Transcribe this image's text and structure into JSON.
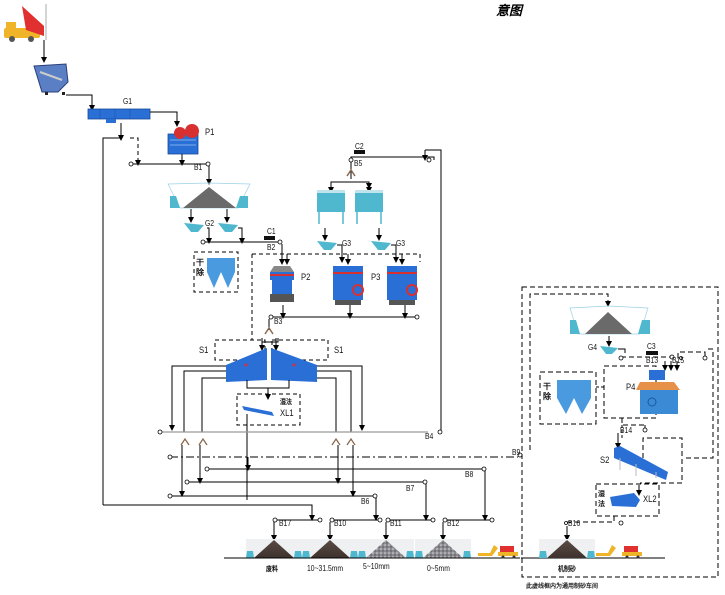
{
  "title": "意图",
  "equipment": {
    "feeder_g1": "G1",
    "jaw_crusher_p1": "P1",
    "cone_crusher_p2": "P2",
    "cone_crusher_p3": "P3",
    "sand_maker_p4": "P4",
    "screen_s1_left": "S1",
    "screen_s1_right": "S1",
    "screen_s2": "S2",
    "sand_washer_xl1": "XL1",
    "sand_washer_xl2": "XL2",
    "feeder_g2": "G2",
    "feeder_g3_left": "G3",
    "feeder_g3_right": "G3",
    "feeder_g4": "G4",
    "scale_c1": "C1",
    "scale_c2": "C2",
    "scale_c3": "C3"
  },
  "belts": [
    "B1",
    "B2",
    "B3",
    "B4",
    "B5",
    "B6",
    "B7",
    "B8",
    "B9",
    "B10",
    "B11",
    "B12",
    "B13",
    "B14",
    "B15",
    "B16",
    "B17"
  ],
  "dust_collector_labels": {
    "left": "干除",
    "right": "干除"
  },
  "wash_labels": {
    "xl1": "湿法",
    "xl2": "湿法"
  },
  "products": [
    {
      "label": "废料",
      "type": "dark"
    },
    {
      "label": "10~31.5mm",
      "type": "dark"
    },
    {
      "label": "5~10mm",
      "type": "gravel"
    },
    {
      "label": "0~5mm",
      "type": "gravel"
    }
  ],
  "sand_product": {
    "label": "机制砂",
    "type": "dark"
  },
  "sand_workshop_caption": "此虚线框内为通用制砂车间",
  "colors": {
    "equipment_blue": "#2a6fd6",
    "bin_cyan": "#4fb8cf",
    "scale_black": "#111111",
    "line": "#000000",
    "b4_line": "#9a9a9a",
    "truck_yellow": "#f0b429",
    "truck_red": "#e03030"
  }
}
